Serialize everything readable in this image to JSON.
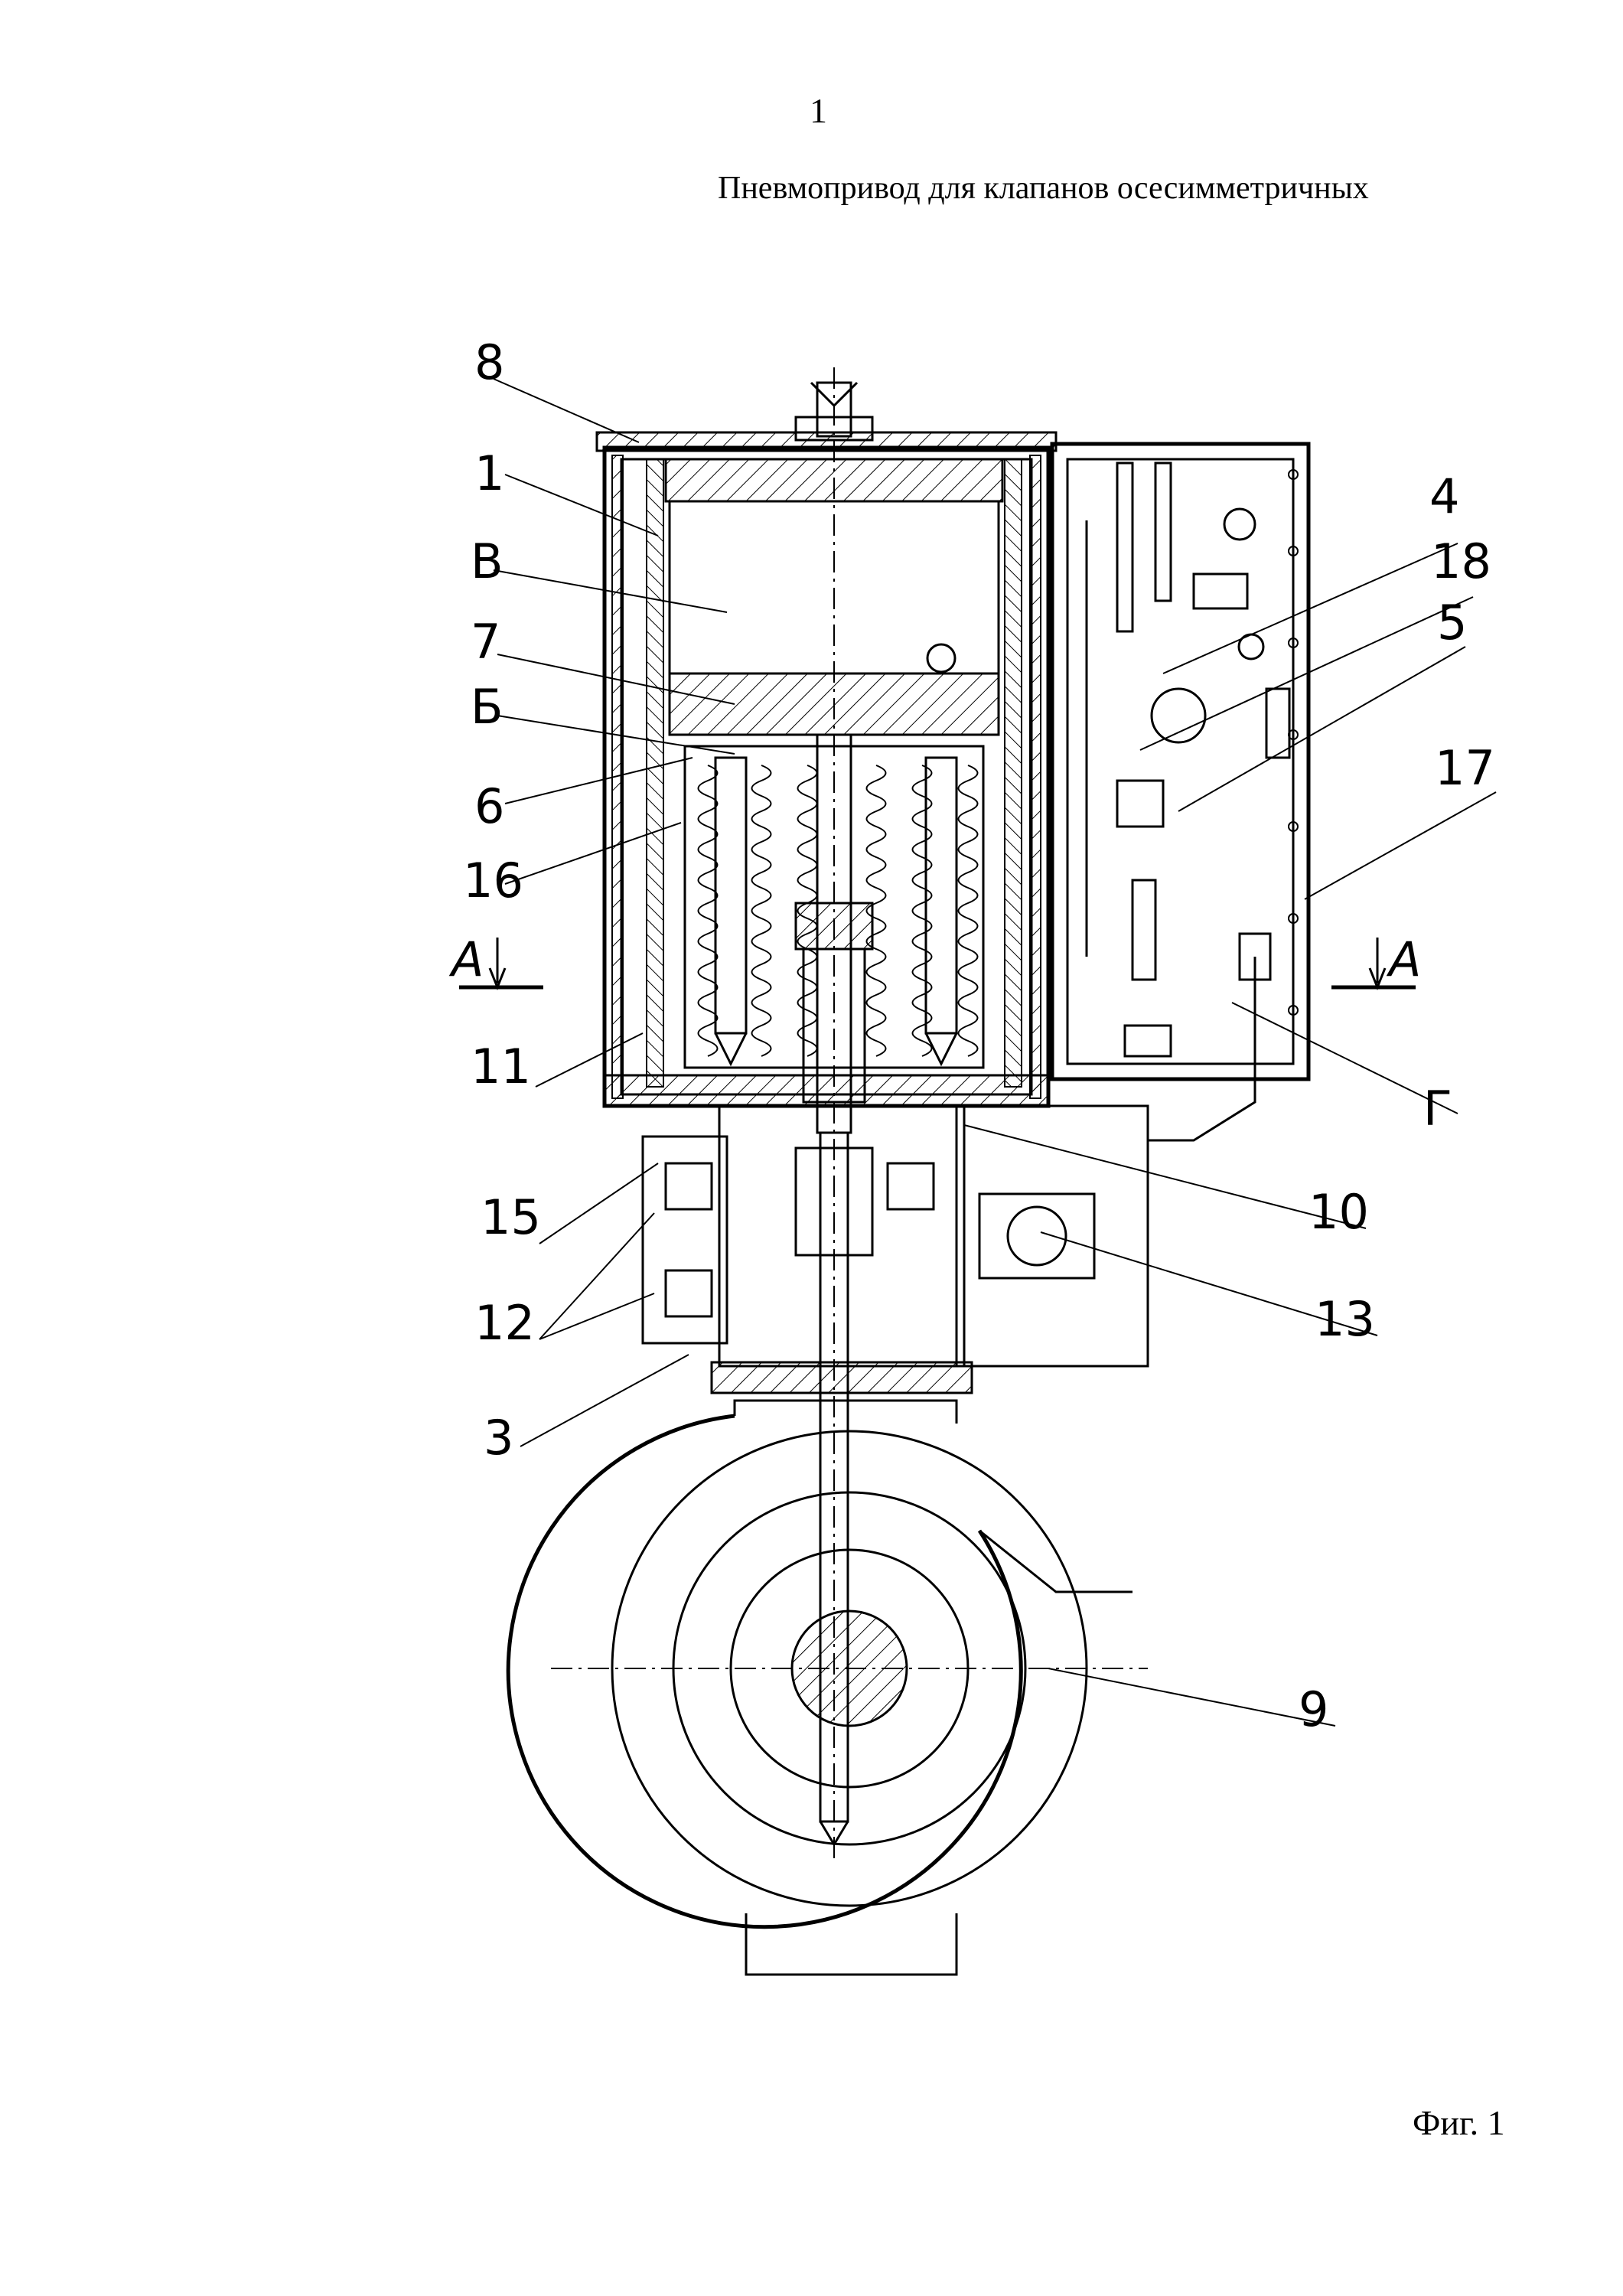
{
  "page": {
    "number": "1",
    "title": "Пневмопривод для клапанов осесимметричных",
    "figure_caption": "Фиг. 1"
  },
  "callouts": [
    "8",
    "1",
    "В",
    "7",
    "Б",
    "6",
    "16",
    "11",
    "15",
    "12",
    "3",
    "4",
    "18",
    "5",
    "17",
    "Г",
    "10",
    "13",
    "9"
  ],
  "section_marks": [
    "А",
    "А"
  ]
}
